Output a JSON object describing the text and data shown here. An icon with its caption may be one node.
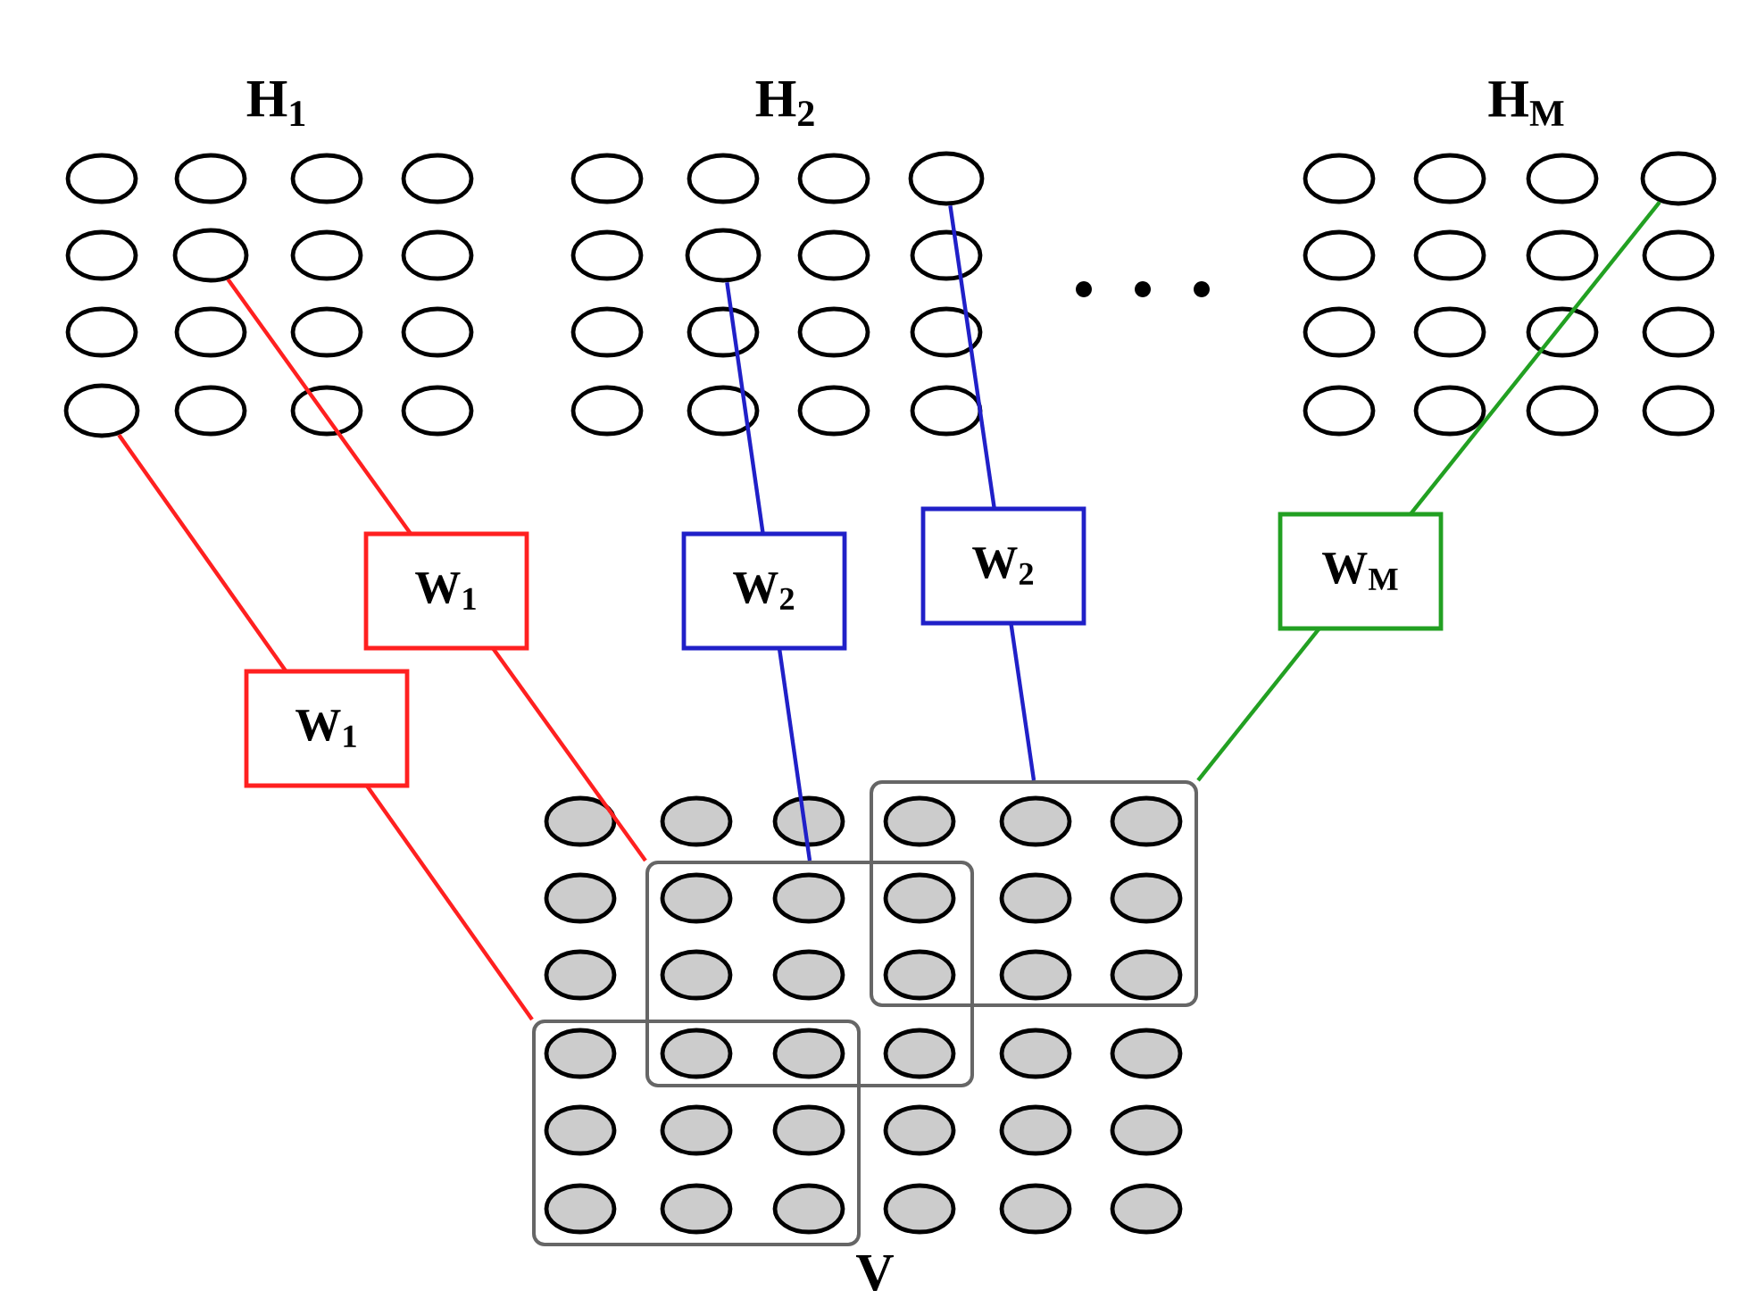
{
  "diagram": {
    "nodes": [
      {
        "text": [],
        "shape": "circle"
      },
      {
        "text": [],
        "shape": "circle"
      },
      {
        "text": [],
        "shape": "circle"
      },
      {
        "text": [],
        "shape": "circle"
      },
      {
        "text": [],
        "shape": "circle"
      },
      {
        "text": [],
        "shape": "box"
      },
      {
        "text": [],
        "shape": "box"
      },
      {
        "text": [],
        "shape": "box"
      }
    ],
    "edges": [
      {
        "from": 1,
        "to": 7,
        "arrow": "none",
        "label": "W$_{1}$",
        "color": "#ff2020"
      },
      {
        "from": 0,
        "to": 6,
        "arrow": "none",
        "label": "W$_{1}$",
        "color": "#ff2020"
      },
      {
        "from": 2,
        "to": 6,
        "arrow": "none",
        "label": "W$_{2}$",
        "color": "#2020c8"
      },
      {
        "from": 3,
        "to": 5,
        "arrow": "none",
        "label": "W$_{2}$",
        "color": "#2020c8"
      },
      {
        "from": 4,
        "to": 5,
        "arrow": "none",
        "label": "W$_{M}$",
        "color": "#22a022"
      }
    ],
    "labels": [
      "H$_{1}$",
      "H$_{2}$",
      "H$_{M}$",
      "V"
    ]
  }
}
